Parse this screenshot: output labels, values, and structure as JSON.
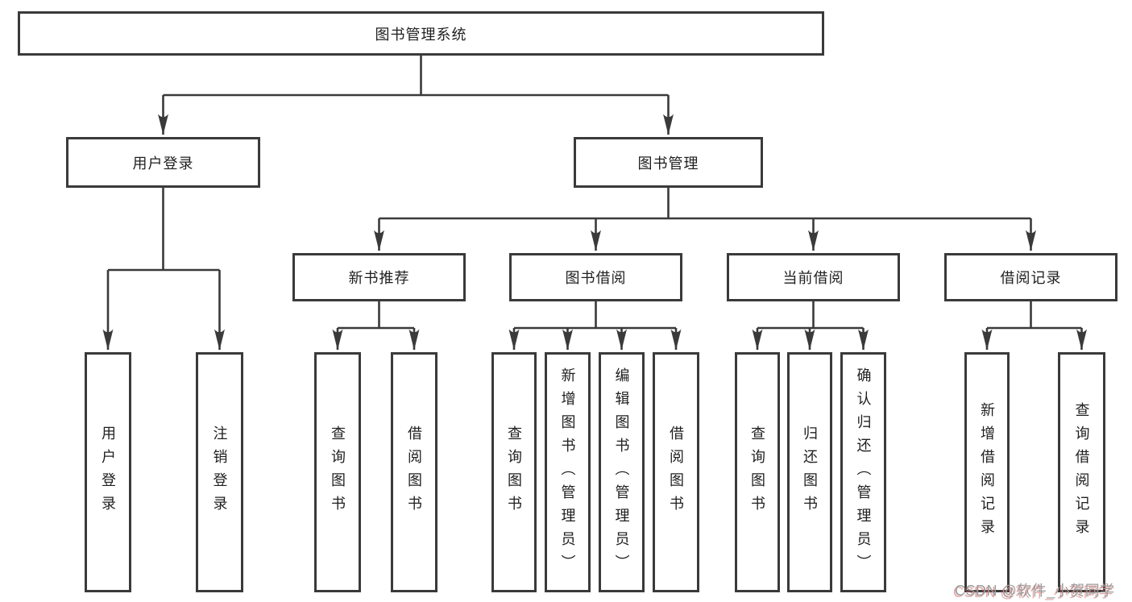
{
  "diagram": {
    "root": {
      "label": "图书管理系统"
    },
    "level2": [
      {
        "label": "用户登录"
      },
      {
        "label": "图书管理"
      }
    ],
    "level3": [
      {
        "label": "新书推荐"
      },
      {
        "label": "图书借阅"
      },
      {
        "label": "当前借阅"
      },
      {
        "label": "借阅记录"
      }
    ],
    "leaves": {
      "user_login": [
        "用户登录",
        "注销登录"
      ],
      "new_book": [
        "查询图书",
        "借阅图书"
      ],
      "book_borrow": [
        "查询图书",
        "新增图书（管理员）",
        "编辑图书（管理员）",
        "借阅图书"
      ],
      "current_borrow": [
        "查询图书",
        "归还图书",
        "确认归还（管理员）"
      ],
      "borrow_record": [
        "新增借阅记录",
        "查询借阅记录"
      ]
    }
  },
  "watermark": {
    "text": "CSDN @软件_小贺同学"
  },
  "colors": {
    "line": "#3a3a3a",
    "box_border": "#3a3a3a",
    "box_fill": "#ffffff",
    "text": "#1f1f1f",
    "background": "#ffffff",
    "watermark": "#9b9b9b",
    "watermark_shadow": "#cd5c5c"
  }
}
